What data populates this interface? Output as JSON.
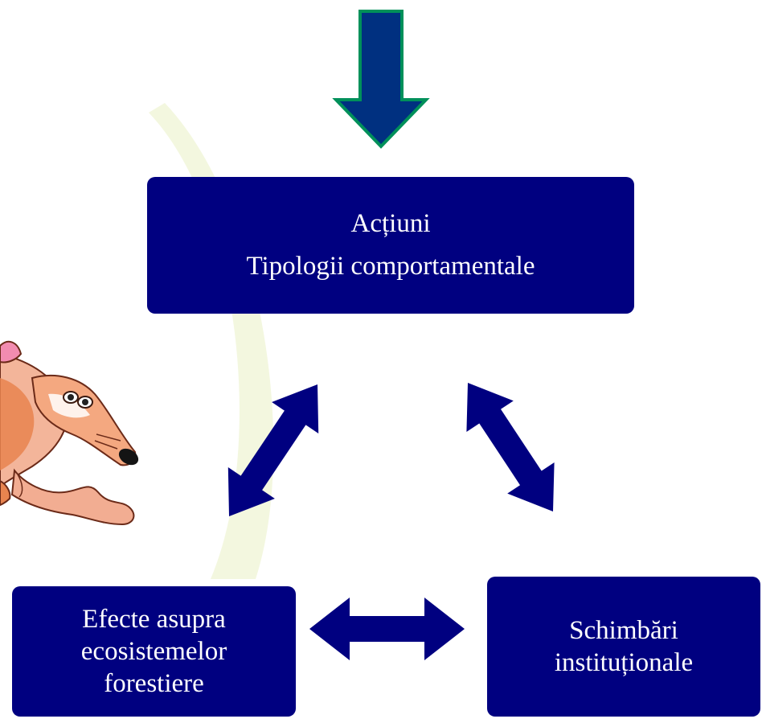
{
  "diagram": {
    "top_box": {
      "line1": "Acțiuni",
      "line2": "Tipologii comportamentale"
    },
    "left_box": {
      "line1": "Efecte asupra",
      "line2": "ecosistemelor",
      "line3": "forestiere"
    },
    "right_box": {
      "line1": "Schimbări",
      "line2": "instituționale"
    }
  },
  "colors": {
    "box_fill": "#000080",
    "arrow_fill": "#000080",
    "entry_arrow_fill": "#003080",
    "entry_arrow_outline": "#00905a",
    "background_arc": "#f2f6dc"
  },
  "illustration": {
    "name": "cartoon-fox"
  }
}
